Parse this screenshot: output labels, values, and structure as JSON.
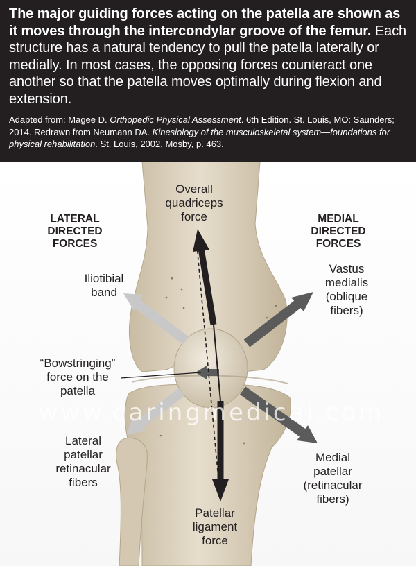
{
  "header": {
    "intro_bold": "The major guiding forces acting on the patella are shown as it moves through the intercondylar groove of the femur.",
    "intro_rest": " Each structure has a natural tendency to pull the patella laterally or medially. In most cases, the opposing forces counteract one another so that the patella moves optimally during flexion and extension.",
    "source_1": "Adapted from: Magee D. ",
    "source_1_italic": "Orthopedic Physical Assessment",
    "source_2": ". 6th Edition. St. Louis, MO: Saunders; 2014. Redrawn from Neumann DA. ",
    "source_2_italic": "Kinesiology of the musculoskeletal system—foundations for physical rehabilitation",
    "source_3": ". St. Louis, 2002, Mosby, p. 463."
  },
  "diagram": {
    "lateral_heading": "LATERAL\nDIRECTED\nFORCES",
    "medial_heading": "MEDIAL\nDIRECTED\nFORCES",
    "quadriceps": "Overall\nquadriceps\nforce",
    "iliotibial": "Iliotibial\nband",
    "vastus": "Vastus\nmedialis\n(oblique\nfibers)",
    "bowstringing": "“Bowstringing”\nforce on the\npatella",
    "lateral_retinacular": "Lateral\npatellar\nretinacular\nfibers",
    "medial_retinacular": "Medial\npatellar\n(retinacular\nfibers)",
    "patellar_ligament": "Patellar\nligament\nforce",
    "watermark": "www.caringmedical.com",
    "colors": {
      "bone": "#ddd2bf",
      "lateral_arrow": "#c8c8c8",
      "medial_arrow": "#5b5b5b",
      "main_arrow": "#231f20"
    }
  }
}
